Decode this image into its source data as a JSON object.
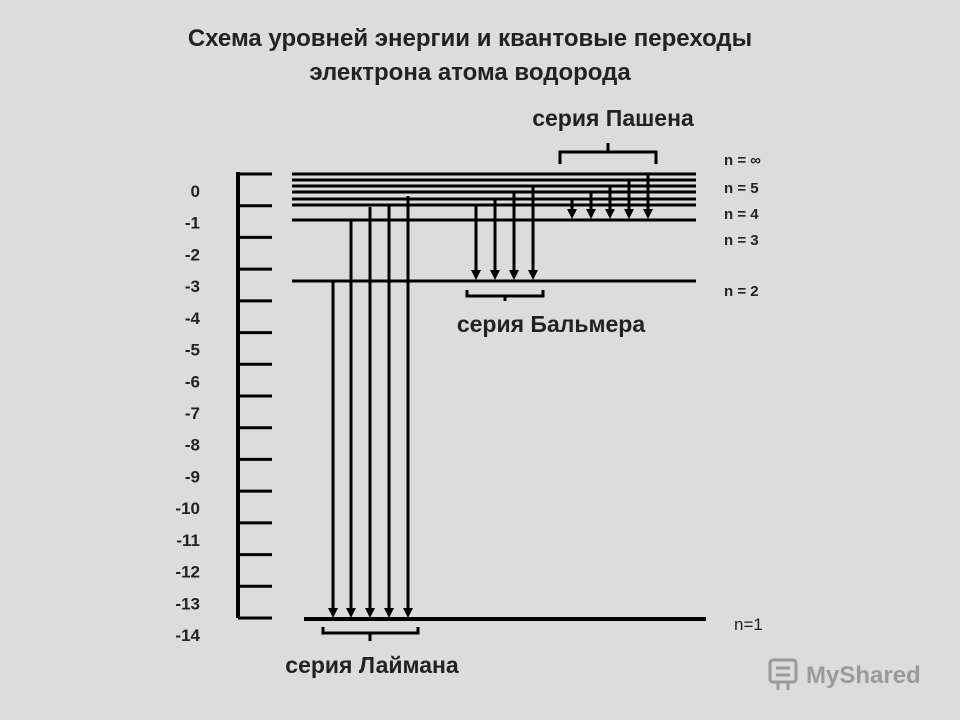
{
  "title": {
    "line1": "Схема уровней энергии и квантовые переходы",
    "line2": "электрона атома водорода"
  },
  "series": {
    "paschen": "серия Пашена",
    "balmer": "серия Бальмера",
    "lyman": "серия Лаймана"
  },
  "energy_scale": {
    "ticks": [
      "0",
      "-1",
      "-2",
      "-3",
      "-4",
      "-5",
      "-6",
      "-7",
      "-8",
      "-9",
      "-10",
      "-11",
      "-12",
      "-13",
      "-14"
    ]
  },
  "levels": {
    "inf": "n = ∞",
    "n5": "n = 5",
    "n4": "n = 4",
    "n3": "n = 3",
    "n2": "n = 2",
    "n1": "n=1"
  },
  "watermark": {
    "text": "MyShared"
  },
  "colors": {
    "background": "#dcdcdc",
    "ink": "#000000",
    "title": "#222222",
    "watermark": "#9a9a9a"
  }
}
